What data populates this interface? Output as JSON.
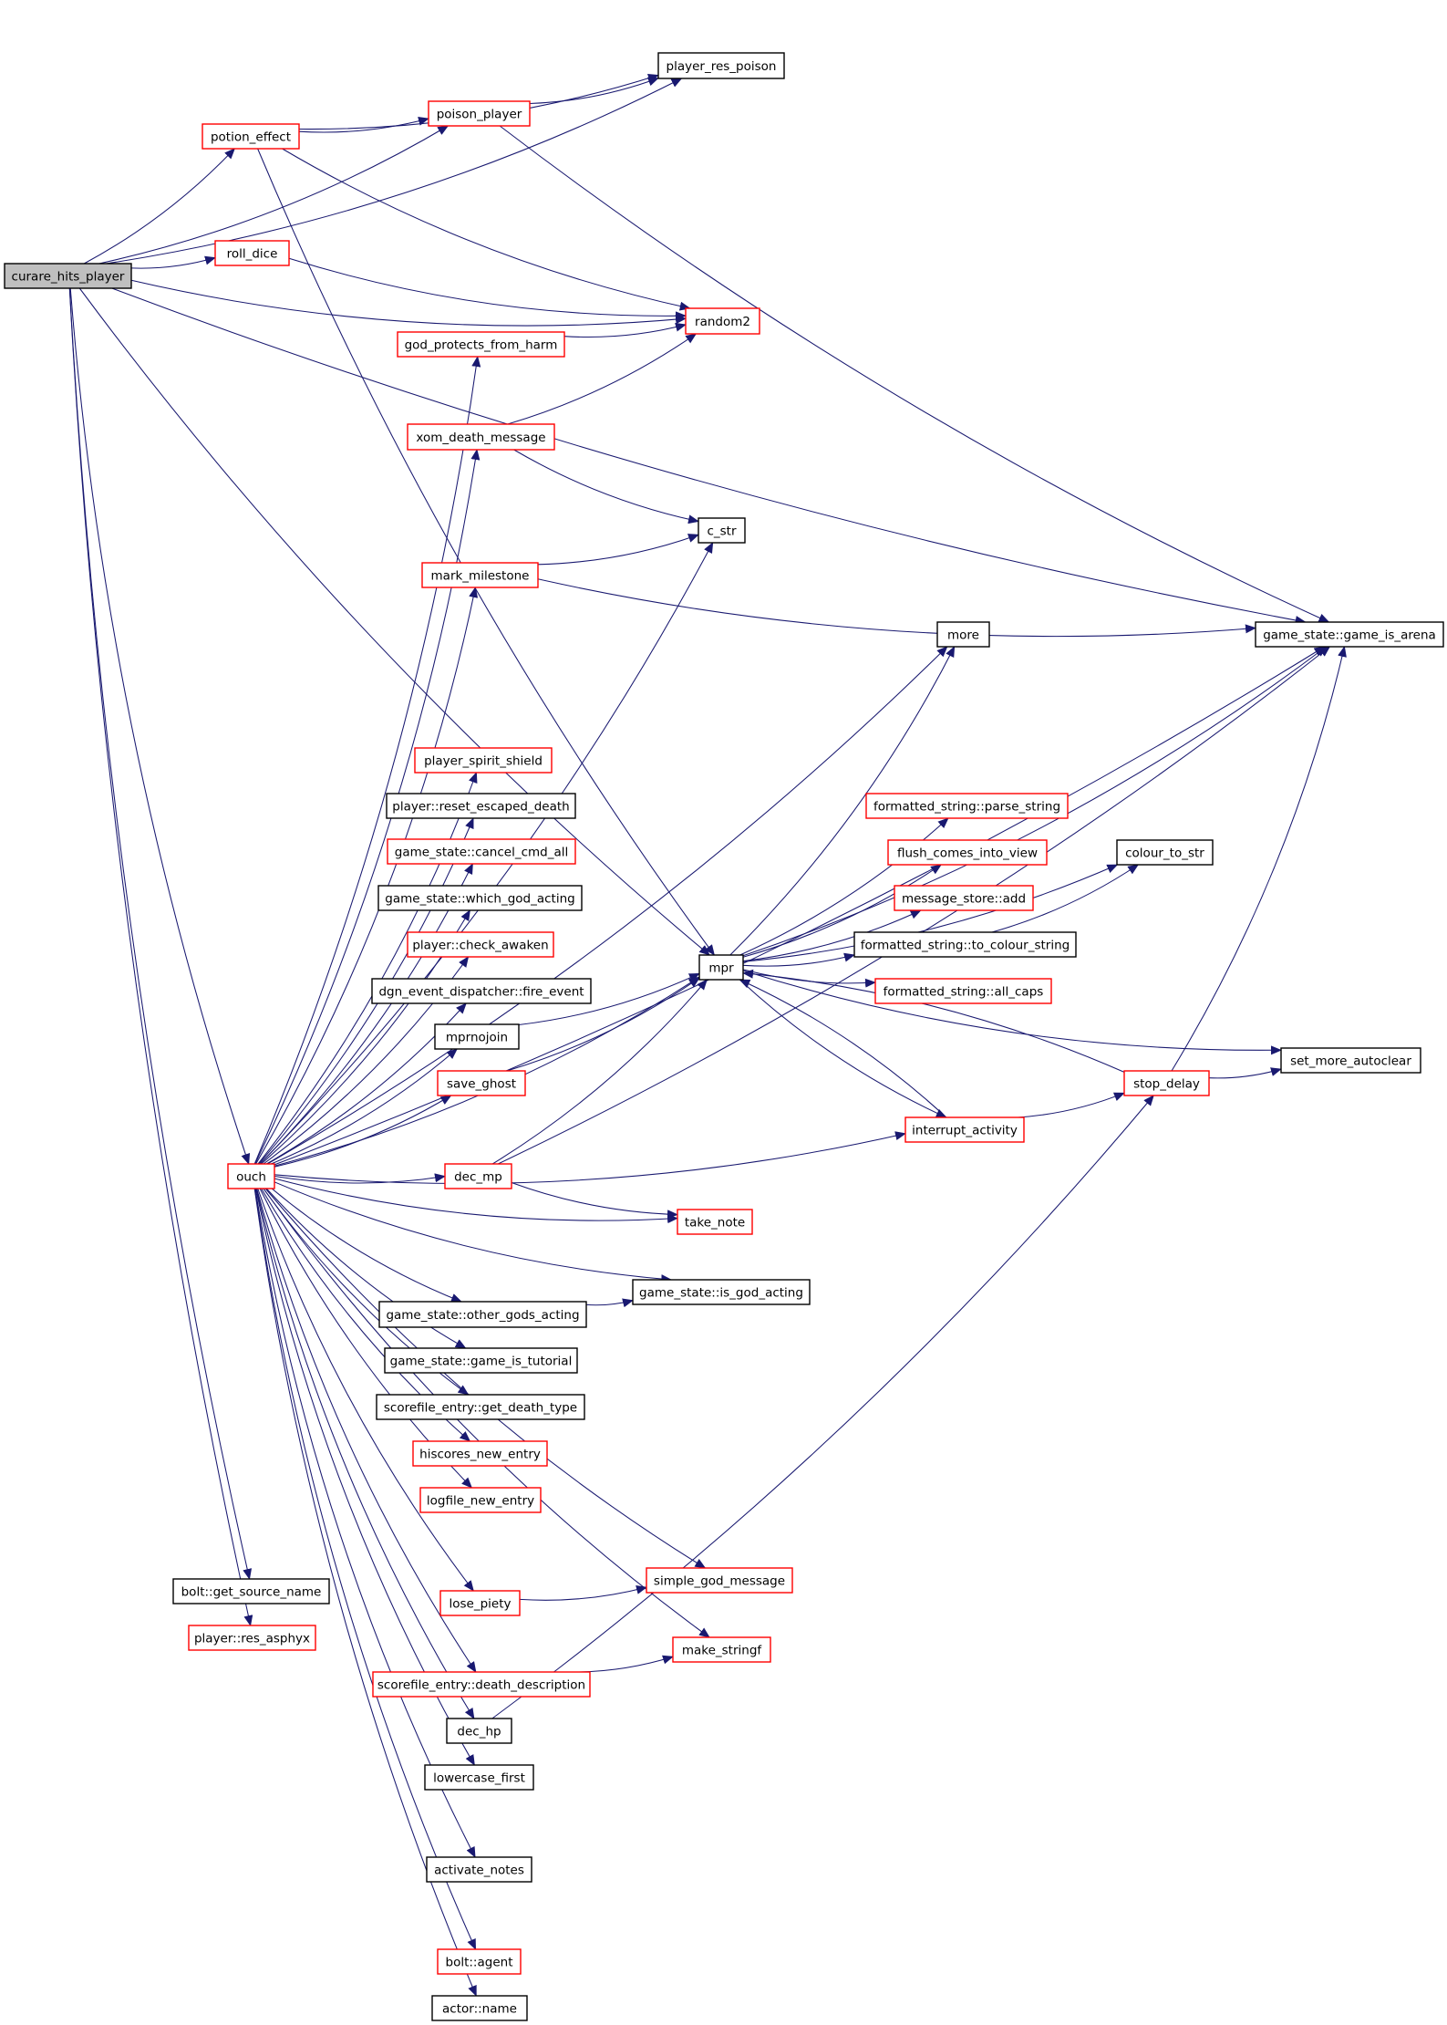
{
  "colors": {
    "edge": "#191970",
    "node_border_default": "#000000",
    "node_border_red": "#ff0000",
    "node_fill_root": "#bfbfbf",
    "node_fill": "#ffffff"
  },
  "nodes": {
    "curare_hits_player": {
      "label": "curare_hits_player",
      "style": "root"
    },
    "player_res_poison": {
      "label": "player_res_poison",
      "style": "black"
    },
    "potion_effect": {
      "label": "potion_effect",
      "style": "red"
    },
    "poison_player": {
      "label": "poison_player",
      "style": "red"
    },
    "roll_dice": {
      "label": "roll_dice",
      "style": "red"
    },
    "random2": {
      "label": "random2",
      "style": "red"
    },
    "god_protects_from_harm": {
      "label": "god_protects_from_harm",
      "style": "red"
    },
    "xom_death_message": {
      "label": "xom_death_message",
      "style": "red"
    },
    "c_str": {
      "label": "c_str",
      "style": "black"
    },
    "mark_milestone": {
      "label": "mark_milestone",
      "style": "red"
    },
    "game_is_arena": {
      "label": "game_state::game_is_arena",
      "style": "black"
    },
    "more": {
      "label": "more",
      "style": "black"
    },
    "player_spirit_shield": {
      "label": "player_spirit_shield",
      "style": "red"
    },
    "reset_escaped_death": {
      "label": "player::reset_escaped_death",
      "style": "black"
    },
    "cancel_cmd_all": {
      "label": "game_state::cancel_cmd_all",
      "style": "red"
    },
    "which_god_acting": {
      "label": "game_state::which_god_acting",
      "style": "black"
    },
    "check_awaken": {
      "label": "player::check_awaken",
      "style": "red"
    },
    "fire_event": {
      "label": "dgn_event_dispatcher::fire_event",
      "style": "black"
    },
    "mprnojoin": {
      "label": "mprnojoin",
      "style": "black"
    },
    "save_ghost": {
      "label": "save_ghost",
      "style": "red"
    },
    "mpr": {
      "label": "mpr",
      "style": "black"
    },
    "parse_string": {
      "label": "formatted_string::parse_string",
      "style": "red"
    },
    "flush_comes_into_view": {
      "label": "flush_comes_into_view",
      "style": "red"
    },
    "message_store_add": {
      "label": "message_store::add",
      "style": "red"
    },
    "to_colour_string": {
      "label": "formatted_string::to_colour_string",
      "style": "black"
    },
    "all_caps": {
      "label": "formatted_string::all_caps",
      "style": "red"
    },
    "colour_to_str": {
      "label": "colour_to_str",
      "style": "black"
    },
    "set_more_autoclear": {
      "label": "set_more_autoclear",
      "style": "black"
    },
    "stop_delay": {
      "label": "stop_delay",
      "style": "red"
    },
    "interrupt_activity": {
      "label": "interrupt_activity",
      "style": "red"
    },
    "ouch": {
      "label": "ouch",
      "style": "red"
    },
    "dec_mp": {
      "label": "dec_mp",
      "style": "red"
    },
    "take_note": {
      "label": "take_note",
      "style": "red"
    },
    "is_god_acting": {
      "label": "game_state::is_god_acting",
      "style": "black"
    },
    "other_gods_acting": {
      "label": "game_state::other_gods_acting",
      "style": "black"
    },
    "game_is_tutorial": {
      "label": "game_state::game_is_tutorial",
      "style": "black"
    },
    "get_death_type": {
      "label": "scorefile_entry::get_death_type",
      "style": "black"
    },
    "hiscores_new_entry": {
      "label": "hiscores_new_entry",
      "style": "red"
    },
    "logfile_new_entry": {
      "label": "logfile_new_entry",
      "style": "red"
    },
    "get_source_name": {
      "label": "bolt::get_source_name",
      "style": "black"
    },
    "simple_god_message": {
      "label": "simple_god_message",
      "style": "red"
    },
    "lose_piety": {
      "label": "lose_piety",
      "style": "red"
    },
    "res_asphyx": {
      "label": "player::res_asphyx",
      "style": "red"
    },
    "make_stringf": {
      "label": "make_stringf",
      "style": "red"
    },
    "death_description": {
      "label": "scorefile_entry::death_description",
      "style": "red"
    },
    "dec_hp": {
      "label": "dec_hp",
      "style": "black"
    },
    "lowercase_first": {
      "label": "lowercase_first",
      "style": "black"
    },
    "activate_notes": {
      "label": "activate_notes",
      "style": "black"
    },
    "bolt_agent": {
      "label": "bolt::agent",
      "style": "red"
    },
    "actor_name": {
      "label": "actor::name",
      "style": "black"
    }
  },
  "edges": [
    [
      "curare_hits_player",
      "player_res_poison"
    ],
    [
      "curare_hits_player",
      "poison_player"
    ],
    [
      "curare_hits_player",
      "potion_effect"
    ],
    [
      "curare_hits_player",
      "game_is_arena"
    ],
    [
      "curare_hits_player",
      "roll_dice"
    ],
    [
      "curare_hits_player",
      "random2"
    ],
    [
      "curare_hits_player",
      "mpr"
    ],
    [
      "curare_hits_player",
      "ouch"
    ],
    [
      "curare_hits_player",
      "get_source_name"
    ],
    [
      "curare_hits_player",
      "res_asphyx"
    ],
    [
      "potion_effect",
      "player_res_poison"
    ],
    [
      "potion_effect",
      "poison_player"
    ],
    [
      "potion_effect",
      "random2"
    ],
    [
      "potion_effect",
      "mpr"
    ],
    [
      "poison_player",
      "player_res_poison"
    ],
    [
      "poison_player",
      "game_is_arena"
    ],
    [
      "roll_dice",
      "random2"
    ],
    [
      "god_protects_from_harm",
      "random2"
    ],
    [
      "xom_death_message",
      "random2"
    ],
    [
      "xom_death_message",
      "c_str"
    ],
    [
      "mark_milestone",
      "c_str"
    ],
    [
      "mark_milestone",
      "game_is_arena"
    ],
    [
      "mpr",
      "more"
    ],
    [
      "mpr",
      "game_is_arena"
    ],
    [
      "mpr",
      "parse_string"
    ],
    [
      "mpr",
      "flush_comes_into_view"
    ],
    [
      "mpr",
      "message_store_add"
    ],
    [
      "mpr",
      "to_colour_string"
    ],
    [
      "mpr",
      "all_caps"
    ],
    [
      "mpr",
      "set_more_autoclear"
    ],
    [
      "mpr",
      "interrupt_activity"
    ],
    [
      "mpr",
      "colour_to_str"
    ],
    [
      "to_colour_string",
      "colour_to_str"
    ],
    [
      "interrupt_activity",
      "stop_delay"
    ],
    [
      "interrupt_activity",
      "mpr"
    ],
    [
      "stop_delay",
      "mpr"
    ],
    [
      "stop_delay",
      "set_more_autoclear"
    ],
    [
      "stop_delay",
      "game_is_arena"
    ],
    [
      "mprnojoin",
      "mpr"
    ],
    [
      "save_ghost",
      "mpr"
    ],
    [
      "dec_mp",
      "mpr"
    ],
    [
      "dec_mp",
      "take_note"
    ],
    [
      "dec_mp",
      "game_is_arena"
    ],
    [
      "other_gods_acting",
      "is_god_acting"
    ],
    [
      "lose_piety",
      "simple_god_message"
    ],
    [
      "death_description",
      "make_stringf"
    ],
    [
      "dec_hp",
      "stop_delay"
    ],
    [
      "ouch",
      "god_protects_from_harm"
    ],
    [
      "ouch",
      "xom_death_message"
    ],
    [
      "ouch",
      "game_is_arena"
    ],
    [
      "ouch",
      "c_str"
    ],
    [
      "ouch",
      "mark_milestone"
    ],
    [
      "ouch",
      "more"
    ],
    [
      "ouch",
      "player_spirit_shield"
    ],
    [
      "ouch",
      "reset_escaped_death"
    ],
    [
      "ouch",
      "cancel_cmd_all"
    ],
    [
      "ouch",
      "which_god_acting"
    ],
    [
      "ouch",
      "check_awaken"
    ],
    [
      "ouch",
      "fire_event"
    ],
    [
      "ouch",
      "mprnojoin"
    ],
    [
      "ouch",
      "save_ghost"
    ],
    [
      "ouch",
      "mpr"
    ],
    [
      "ouch",
      "dec_mp"
    ],
    [
      "ouch",
      "take_note"
    ],
    [
      "ouch",
      "is_god_acting"
    ],
    [
      "ouch",
      "other_gods_acting"
    ],
    [
      "ouch",
      "game_is_tutorial"
    ],
    [
      "ouch",
      "get_death_type"
    ],
    [
      "ouch",
      "hiscores_new_entry"
    ],
    [
      "ouch",
      "logfile_new_entry"
    ],
    [
      "ouch",
      "simple_god_message"
    ],
    [
      "ouch",
      "lose_piety"
    ],
    [
      "ouch",
      "make_stringf"
    ],
    [
      "ouch",
      "death_description"
    ],
    [
      "ouch",
      "dec_hp"
    ],
    [
      "ouch",
      "lowercase_first"
    ],
    [
      "ouch",
      "activate_notes"
    ],
    [
      "ouch",
      "interrupt_activity"
    ],
    [
      "ouch",
      "bolt_agent"
    ],
    [
      "ouch",
      "actor_name"
    ]
  ]
}
